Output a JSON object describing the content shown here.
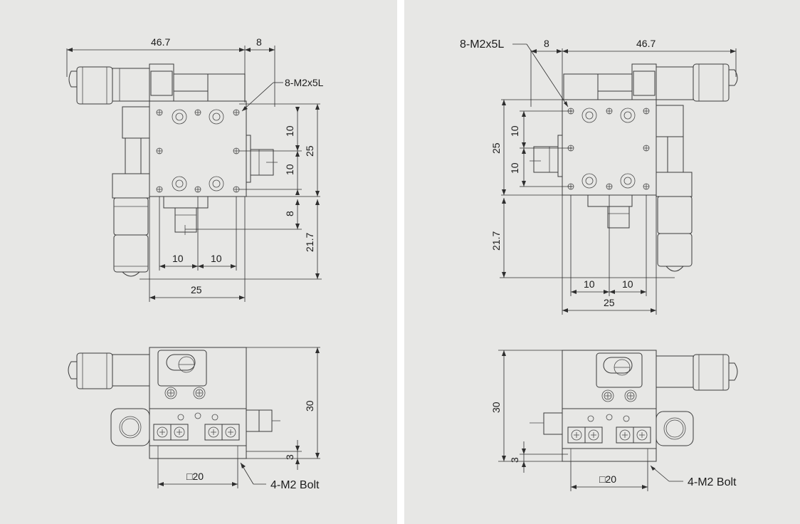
{
  "left_view": {
    "top": {
      "dim_length": "46.7",
      "dim_offset": "8",
      "callout_holes": "8-M2x5L",
      "dim_pitch_a": "10",
      "dim_pitch_b": "10",
      "dim_height": "25",
      "dim_knob_offset": "8",
      "dim_knob_length": "21.7",
      "dim_bottom_pitch_a": "10",
      "dim_bottom_pitch_b": "10",
      "dim_width": "25"
    },
    "front": {
      "dim_height": "30",
      "dim_base": "3",
      "dim_square": "□20",
      "callout_bolt": "4-M2 Bolt"
    }
  },
  "right_view": {
    "top": {
      "dim_length": "46.7",
      "dim_offset": "8",
      "callout_holes": "8-M2x5L",
      "dim_pitch_a": "10",
      "dim_pitch_b": "10",
      "dim_height": "25",
      "dim_knob_length": "21.7",
      "dim_bottom_pitch_a": "10",
      "dim_bottom_pitch_b": "10",
      "dim_width": "25"
    },
    "front": {
      "dim_height": "30",
      "dim_base": "3",
      "dim_square": "□20",
      "callout_bolt": "4-M2 Bolt"
    }
  }
}
